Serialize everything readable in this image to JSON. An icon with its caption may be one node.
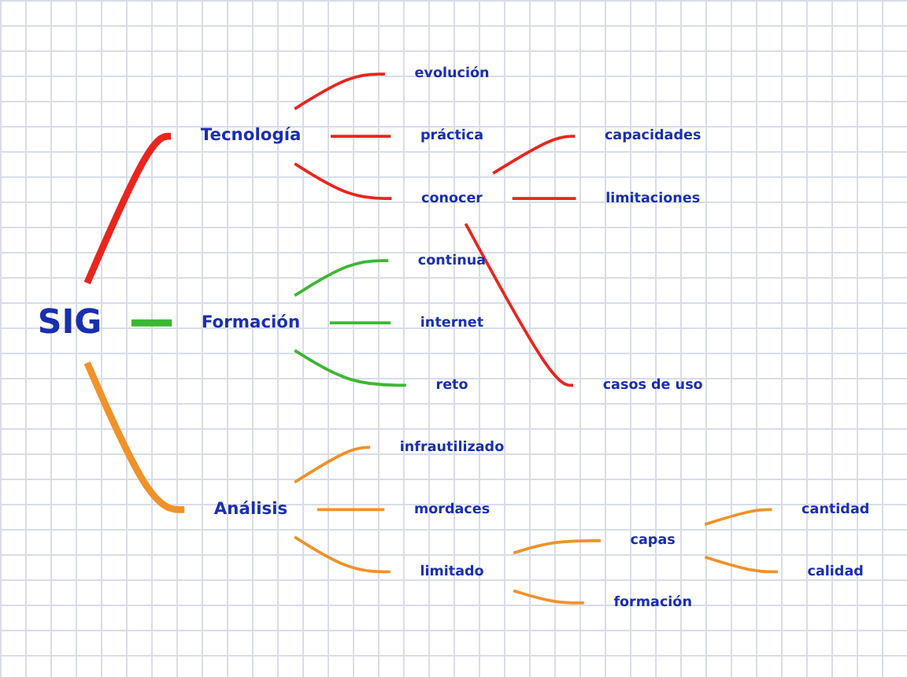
{
  "diagram": {
    "nodes": [
      {
        "text": [
          "SIG"
        ]
      },
      {
        "text": [
          "Tecnología"
        ]
      },
      {
        "text": [
          "evolución"
        ]
      },
      {
        "text": [
          "práctica"
        ]
      },
      {
        "text": [
          "conocer"
        ]
      },
      {
        "text": [
          "capacidades"
        ]
      },
      {
        "text": [
          "limitaciones"
        ]
      },
      {
        "text": [
          "casos de uso"
        ]
      },
      {
        "text": [
          "Formación"
        ]
      },
      {
        "text": [
          "continua"
        ]
      },
      {
        "text": [
          "internet"
        ]
      },
      {
        "text": [
          "reto"
        ]
      },
      {
        "text": [
          "Análisis"
        ]
      },
      {
        "text": [
          "infrautilizado"
        ]
      },
      {
        "text": [
          "mordaces"
        ]
      },
      {
        "text": [
          "limitado"
        ]
      },
      {
        "text": [
          "capas"
        ]
      },
      {
        "text": [
          "cantidad"
        ]
      },
      {
        "text": [
          "calidad"
        ]
      },
      {
        "text": [
          "formación"
        ]
      }
    ],
    "edges": [
      {
        "from": 0,
        "to": 1,
        "arrow": "none",
        "style": "thick",
        "color": "#e8261e"
      },
      {
        "from": 1,
        "to": 2,
        "arrow": "none",
        "color": "#e8261e"
      },
      {
        "from": 1,
        "to": 3,
        "arrow": "none",
        "color": "#e8261e"
      },
      {
        "from": 1,
        "to": 4,
        "arrow": "none",
        "color": "#e8261e"
      },
      {
        "from": 4,
        "to": 5,
        "arrow": "none",
        "color": "#e8261e"
      },
      {
        "from": 4,
        "to": 6,
        "arrow": "none",
        "color": "#e8261e"
      },
      {
        "from": 4,
        "to": 7,
        "arrow": "none",
        "color": "#e8261e"
      },
      {
        "from": 0,
        "to": 8,
        "arrow": "none",
        "style": "thick",
        "color": "#3cb832"
      },
      {
        "from": 8,
        "to": 9,
        "arrow": "none",
        "color": "#3cb832"
      },
      {
        "from": 8,
        "to": 10,
        "arrow": "none",
        "color": "#3cb832"
      },
      {
        "from": 8,
        "to": 11,
        "arrow": "none",
        "color": "#3cb832"
      },
      {
        "from": 0,
        "to": 12,
        "arrow": "none",
        "style": "thick",
        "color": "#f0922a"
      },
      {
        "from": 12,
        "to": 13,
        "arrow": "none",
        "color": "#f0922a"
      },
      {
        "from": 12,
        "to": 14,
        "arrow": "none",
        "color": "#f0922a"
      },
      {
        "from": 12,
        "to": 15,
        "arrow": "none",
        "color": "#f0922a"
      },
      {
        "from": 15,
        "to": 16,
        "arrow": "none",
        "color": "#f0922a"
      },
      {
        "from": 15,
        "to": 19,
        "arrow": "none",
        "color": "#f0922a"
      },
      {
        "from": 16,
        "to": 17,
        "arrow": "none",
        "color": "#f0922a"
      },
      {
        "from": 16,
        "to": 18,
        "arrow": "none",
        "color": "#f0922a"
      }
    ]
  }
}
